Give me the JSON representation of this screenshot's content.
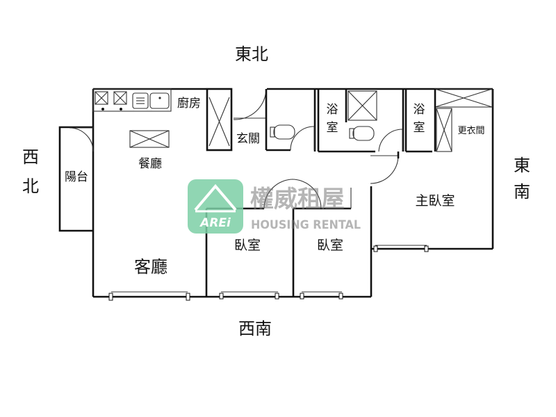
{
  "directions": {
    "top": "東北",
    "bottom": "西南",
    "left": "西\n北",
    "right": "東\n南"
  },
  "rooms": {
    "kitchen": "廚房",
    "dining": "餐廳",
    "balcony": "陽台",
    "entrance": "玄關",
    "bath1": "浴\n室",
    "bath2": "浴\n室",
    "closet": "更衣間",
    "master": "主臥室",
    "living": "客廳",
    "bedroom1": "臥室",
    "bedroom2": "臥室"
  },
  "watermark": {
    "logo_text": "AREi",
    "chinese": "權威租屋",
    "english": "HOUSING RENTAL"
  },
  "colors": {
    "logo_green": "#7ccfa6",
    "wall": "#111111"
  }
}
